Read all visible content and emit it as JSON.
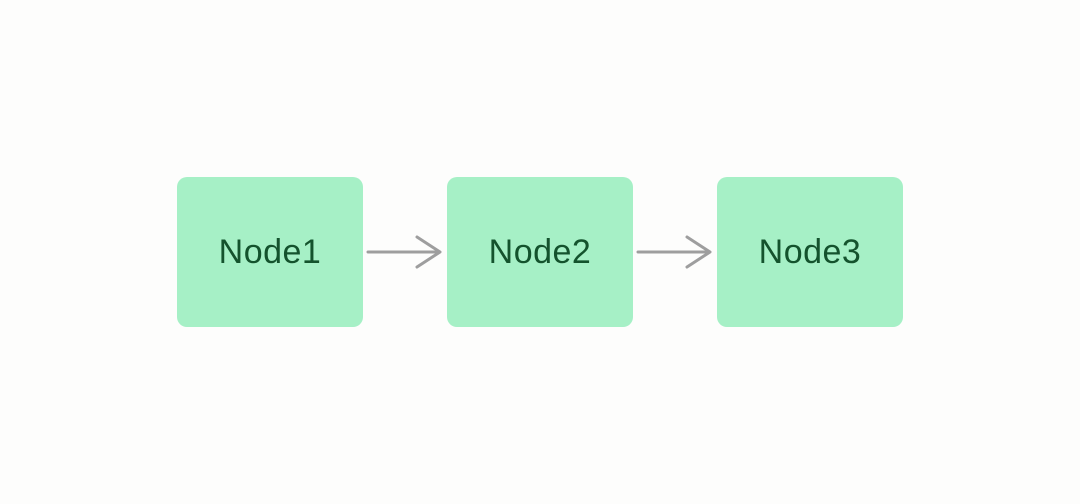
{
  "diagram": {
    "type": "flowchart",
    "direction": "left-to-right",
    "nodes": [
      {
        "id": "node1",
        "label": "Node1"
      },
      {
        "id": "node2",
        "label": "Node2"
      },
      {
        "id": "node3",
        "label": "Node3"
      }
    ],
    "edges": [
      {
        "from": "node1",
        "to": "node2",
        "style": "arrow-right"
      },
      {
        "from": "node2",
        "to": "node3",
        "style": "arrow-right"
      }
    ],
    "colors": {
      "node_fill": "#a6f0c6",
      "node_text": "#14532d",
      "arrow": "#9e9e9e",
      "background": "#fdfdfc"
    }
  }
}
